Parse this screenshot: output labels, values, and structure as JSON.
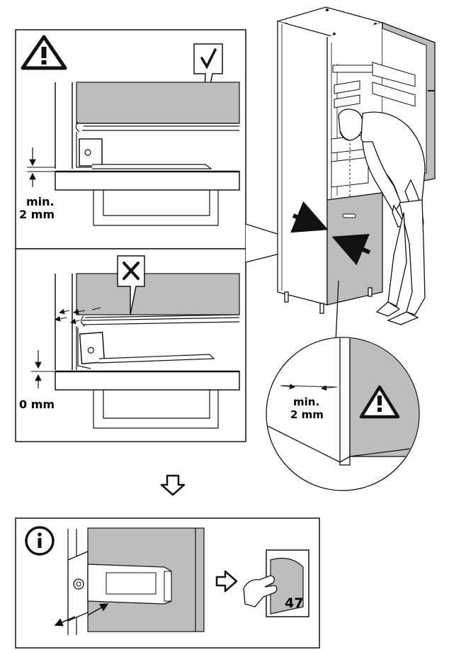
{
  "panel_top": {
    "gap_label_line1": "min.",
    "gap_label_line2": "2 mm"
  },
  "panel_middle": {
    "gap_label": "0 mm"
  },
  "zoom_circle": {
    "gap_label_line1": "min.",
    "gap_label_line2": "2 mm"
  },
  "bottom_panel": {
    "page_reference": "47"
  },
  "icons": {
    "warning": "warning-triangle-icon",
    "correct": "check-mark-icon",
    "incorrect": "cross-mark-icon",
    "next_step": "down-arrow-icon",
    "info": "info-icon",
    "go_to_page": "right-arrow-icon"
  },
  "colors": {
    "gray_fill": "#bdbdbd",
    "line": "#111111"
  }
}
